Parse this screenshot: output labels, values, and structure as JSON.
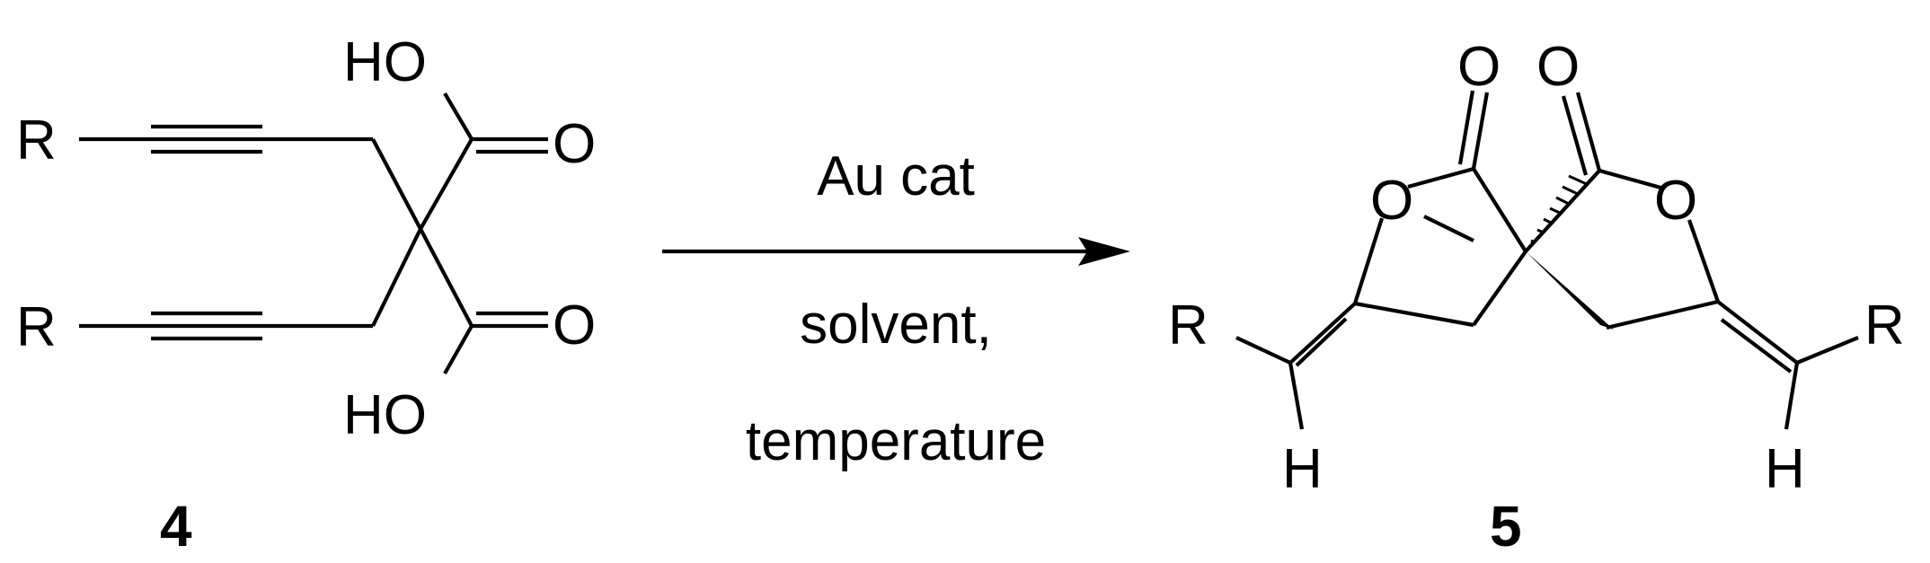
{
  "reactant": {
    "label": "4",
    "r_top": "R",
    "r_bottom": "R",
    "ho_top": "HO",
    "ho_bottom": "HO",
    "o_top": "O",
    "o_bottom": "O"
  },
  "arrow": {
    "reagent": "Au cat",
    "condition_1": "solvent,",
    "condition_2": "temperature"
  },
  "product": {
    "label": "5",
    "r_left": "R",
    "r_right": "R",
    "h_left": "H",
    "h_right": "H",
    "o_ring_left": "O",
    "o_ring_right": "O",
    "o_carbonyl_left": "O",
    "o_carbonyl_right": "O"
  },
  "colors": {
    "ink": "#000000",
    "background": "#ffffff"
  }
}
